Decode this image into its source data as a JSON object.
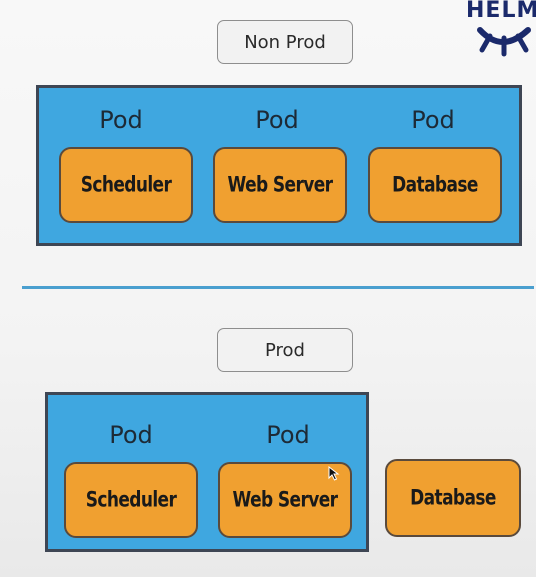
{
  "logo": {
    "text": "HELM",
    "icon": "helm-wheel-icon",
    "color": "#1b2a6b"
  },
  "sections": {
    "non_prod": {
      "label": "Non Prod",
      "pods": [
        {
          "pod_label": "Pod",
          "component": "Scheduler"
        },
        {
          "pod_label": "Pod",
          "component": "Web Server"
        },
        {
          "pod_label": "Pod",
          "component": "Database"
        }
      ]
    },
    "prod": {
      "label": "Prod",
      "pods": [
        {
          "pod_label": "Pod",
          "component": "Scheduler"
        },
        {
          "pod_label": "Pod",
          "component": "Web Server"
        }
      ],
      "external": {
        "component": "Database"
      }
    }
  },
  "colors": {
    "cluster_fill": "#3fa7e0",
    "cluster_border": "#3e4654",
    "component_fill": "#f0a030",
    "divider": "#4a9fcf"
  }
}
